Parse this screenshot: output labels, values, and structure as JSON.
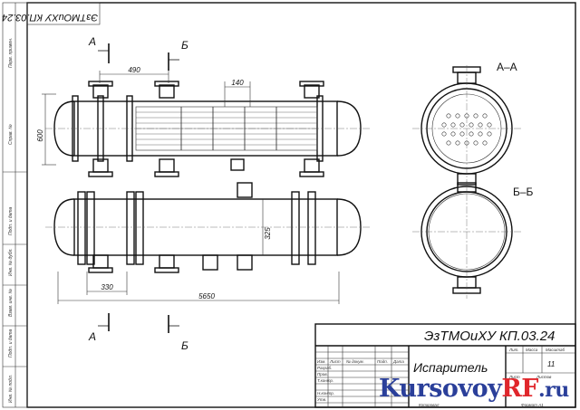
{
  "drawing": {
    "stamp_code_top": "ЭзТМОиХУ КП.03.24",
    "stamp_code_title": "ЭзТМОиХУ КП.03.24",
    "product_name": "Испаритель",
    "sheet_count": "11",
    "sheet_label": "Лист",
    "sheets_label": "Листов",
    "mass_label": "Масса",
    "letter_label": "Лит.",
    "scale_label": "Масштаб",
    "format_label": "Формат А1",
    "copied_label": "Копировал",
    "section_aa": "А–А",
    "section_bb": "Б–Б",
    "cut_a": "А",
    "cut_b": "Б",
    "dims": {
      "d490": "490",
      "d140": "140",
      "d600": "600",
      "d325": "325",
      "d330": "330",
      "d5650": "5650"
    },
    "left_column": [
      "Перв. примен.",
      "Справ. №",
      "Подп. и дата",
      "Инв. № дубл.",
      "Взам. инв. №",
      "Подп. и дата",
      "Инв. № подл."
    ],
    "title_rows": [
      "Изм.",
      "Лист",
      "№ докум.",
      "Подп.",
      "Дата",
      "Разраб.",
      "Пров.",
      "Т.контр.",
      "Н.контр.",
      "Утв."
    ]
  },
  "watermark": {
    "part1": "Kursovoy",
    "part2": "RF",
    "part3": ".ru"
  }
}
